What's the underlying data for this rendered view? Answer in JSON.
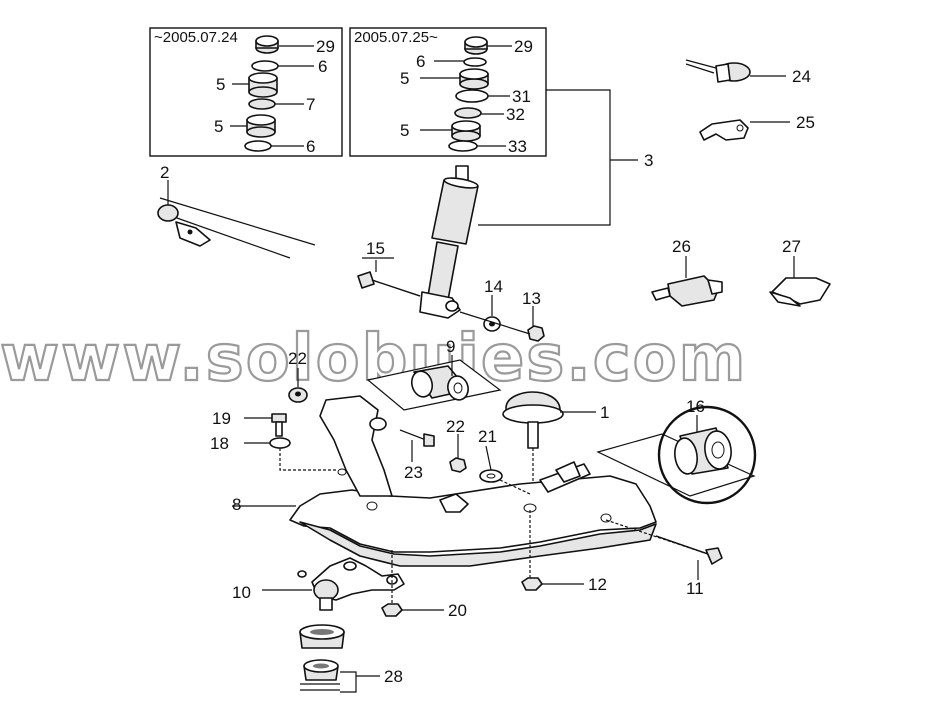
{
  "insets": {
    "left_title": "~2005.07.24",
    "right_title": "2005.07.25~"
  },
  "callouts": {
    "c1": "1",
    "c2": "2",
    "c3": "3",
    "c5a": "5",
    "c5b": "5",
    "c5c": "5",
    "c5d": "5",
    "c6a": "6",
    "c6b": "6",
    "c6c": "6",
    "c7": "7",
    "c8": "8",
    "c9": "9",
    "c10": "10",
    "c11": "11",
    "c12": "12",
    "c13": "13",
    "c14": "14",
    "c15": "15",
    "c16": "16",
    "c18": "18",
    "c19": "19",
    "c20": "20",
    "c21": "21",
    "c22a": "22",
    "c22b": "22",
    "c23": "23",
    "c24": "24",
    "c25": "25",
    "c26": "26",
    "c27": "27",
    "c28": "28",
    "c29a": "29",
    "c29b": "29",
    "c31": "31",
    "c32": "32",
    "c33": "33"
  },
  "watermark": "www.solobujes.com"
}
